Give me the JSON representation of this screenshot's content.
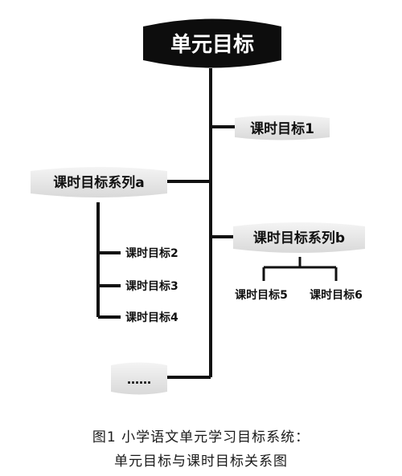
{
  "diagram": {
    "root": "单元目标",
    "lesson_goal_1": "课时目标1",
    "series_a": {
      "title": "课时目标系列a",
      "items": [
        "课时目标2",
        "课时目标3",
        "课时目标4"
      ]
    },
    "series_b": {
      "title": "课时目标系列b",
      "items": [
        "课时目标5",
        "课时目标6"
      ]
    },
    "ellipsis": "……"
  },
  "caption": {
    "line1": "图1  小学语文单元学习目标系统：",
    "line2": "单元目标与课时目标关系图"
  }
}
